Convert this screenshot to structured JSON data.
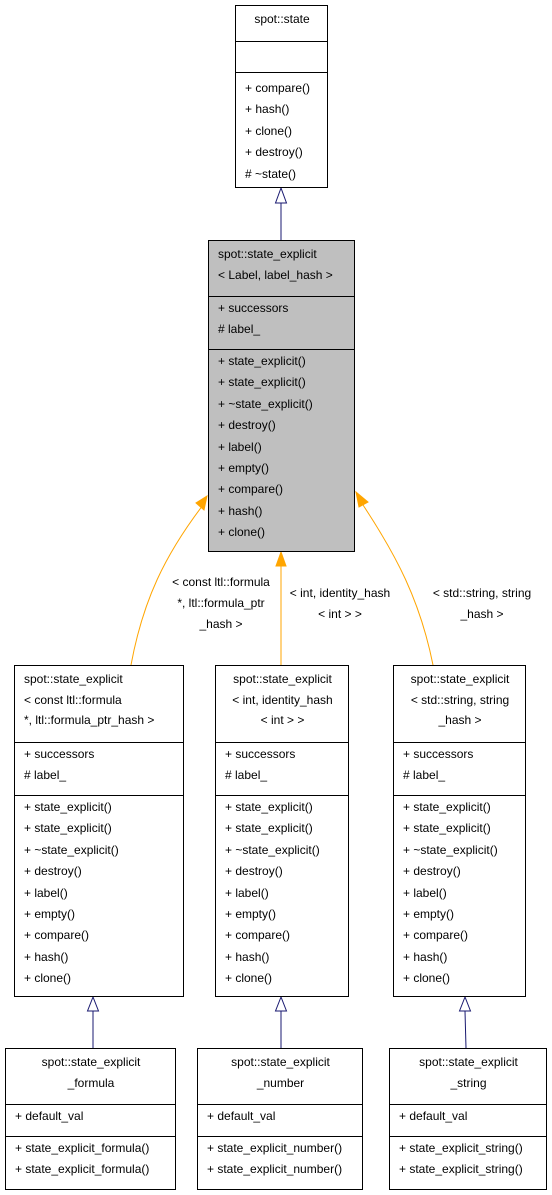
{
  "nodes": {
    "state": {
      "title": [
        "spot::state"
      ],
      "attributes": [],
      "methods": [
        "+ compare()",
        "+ hash()",
        "+ clone()",
        "+ destroy()",
        "# ~state()"
      ]
    },
    "state_explicit": {
      "title": [
        "spot::state_explicit",
        "< Label, label_hash >"
      ],
      "attributes": [
        "+ successors",
        "# label_"
      ],
      "methods": [
        "+ state_explicit()",
        "+ state_explicit()",
        "+ ~state_explicit()",
        "+ destroy()",
        "+ label()",
        "+ empty()",
        "+ compare()",
        "+ hash()",
        "+ clone()"
      ]
    },
    "se_formula_tmpl": {
      "title": [
        "spot::state_explicit",
        "< const ltl::formula",
        " *, ltl::formula_ptr_hash >"
      ],
      "attributes": [
        "+ successors",
        "# label_"
      ],
      "methods": [
        "+ state_explicit()",
        "+ state_explicit()",
        "+ ~state_explicit()",
        "+ destroy()",
        "+ label()",
        "+ empty()",
        "+ compare()",
        "+ hash()",
        "+ clone()"
      ]
    },
    "se_int_tmpl": {
      "title": [
        "spot::state_explicit",
        "< int, identity_hash",
        "< int > >"
      ],
      "attributes": [
        "+ successors",
        "# label_"
      ],
      "methods": [
        "+ state_explicit()",
        "+ state_explicit()",
        "+ ~state_explicit()",
        "+ destroy()",
        "+ label()",
        "+ empty()",
        "+ compare()",
        "+ hash()",
        "+ clone()"
      ]
    },
    "se_string_tmpl": {
      "title": [
        "spot::state_explicit",
        "< std::string, string",
        "_hash >"
      ],
      "attributes": [
        "+ successors",
        "# label_"
      ],
      "methods": [
        "+ state_explicit()",
        "+ state_explicit()",
        "+ ~state_explicit()",
        "+ destroy()",
        "+ label()",
        "+ empty()",
        "+ compare()",
        "+ hash()",
        "+ clone()"
      ]
    },
    "se_formula": {
      "title": [
        "spot::state_explicit",
        "_formula"
      ],
      "attributes": [
        "+ default_val"
      ],
      "methods": [
        "+ state_explicit_formula()",
        "+ state_explicit_formula()"
      ]
    },
    "se_number": {
      "title": [
        "spot::state_explicit",
        "_number"
      ],
      "attributes": [
        "+ default_val"
      ],
      "methods": [
        "+ state_explicit_number()",
        "+ state_explicit_number()"
      ]
    },
    "se_string": {
      "title": [
        "spot::state_explicit",
        "_string"
      ],
      "attributes": [
        "+ default_val"
      ],
      "methods": [
        "+ state_explicit_string()",
        "+ state_explicit_string()"
      ]
    }
  },
  "edge_labels": {
    "formula": [
      "< const ltl::formula",
      " *, ltl::formula_ptr",
      "_hash >"
    ],
    "int": [
      "< int, identity_hash",
      "< int > >"
    ],
    "string": [
      "< std::string, string",
      "_hash >"
    ]
  },
  "colors": {
    "inheritance": "#191970",
    "template_instance": "#ffa500",
    "highlight_fill": "#bfbfbf"
  }
}
